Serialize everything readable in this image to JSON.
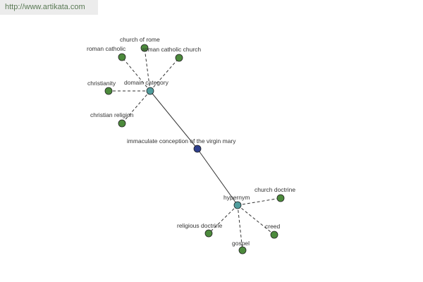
{
  "header": {
    "url": "http://www.artikata.com"
  },
  "colors": {
    "leaf": "#4c8a3c",
    "hub": "#4f9c9c",
    "center": "#2e3f8c",
    "edge": "#333333",
    "node_stroke": "#222222"
  },
  "graph": {
    "center": {
      "id": "center",
      "label": "immaculate conception of the virgin mary"
    },
    "hubs": [
      {
        "id": "hub-domain",
        "label": "domain category",
        "leaves": [
          "church of rome",
          "roman catholic",
          "roman catholic church",
          "christianity",
          "christian religion"
        ]
      },
      {
        "id": "hub-hypernym",
        "label": "hypernym",
        "leaves": [
          "church doctrine",
          "religious doctrine",
          "creed",
          "gospel"
        ]
      }
    ]
  }
}
